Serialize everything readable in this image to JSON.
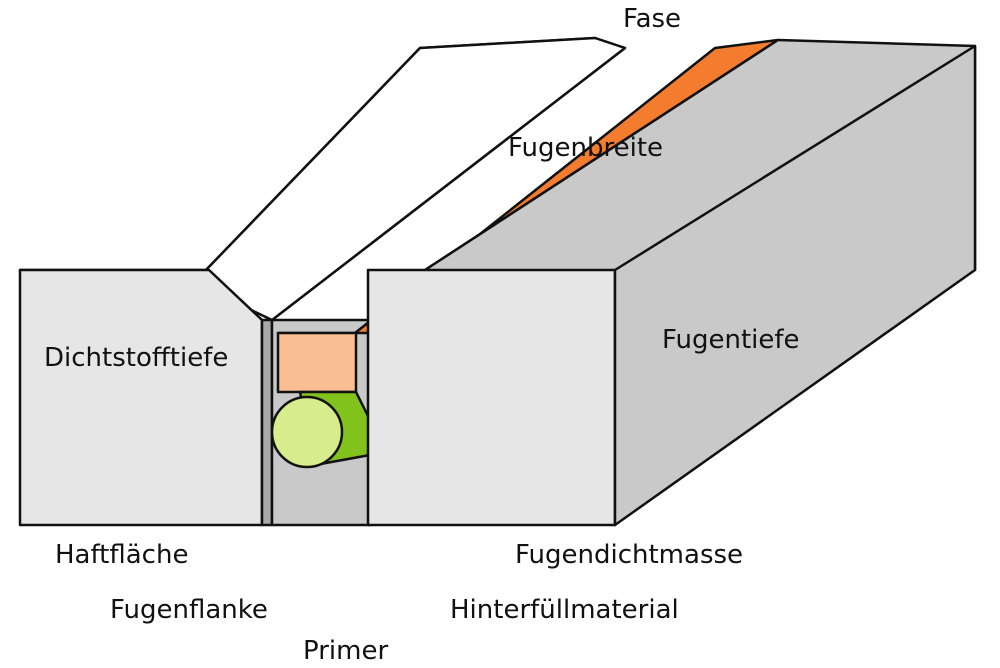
{
  "colors": {
    "background": "#000000",
    "white_field": "#ffffff",
    "block_top": "#c9c9c9",
    "block_front": "#e6e6e6",
    "block_side": "#a9a9a9",
    "sealant_top": "#f47c2f",
    "sealant_front": "#f9bf92",
    "backer_rod": "#d7ec8c",
    "backer_rod_shadow": "#82c21c",
    "outline": "#111111"
  },
  "labels": {
    "fase": "Fase",
    "fugenbreite": "Fugenbreite",
    "dichtstofftiefe": "Dichtstofftiefe",
    "fugentiefe": "Fugentiefe",
    "haftflaeche": "Haftfläche",
    "fugendichtmasse": "Fugendichtmasse",
    "fugenflanke": "Fugenflanke",
    "hinterfuellmaterial": "Hinterfüllmaterial",
    "primer": "Primer"
  }
}
